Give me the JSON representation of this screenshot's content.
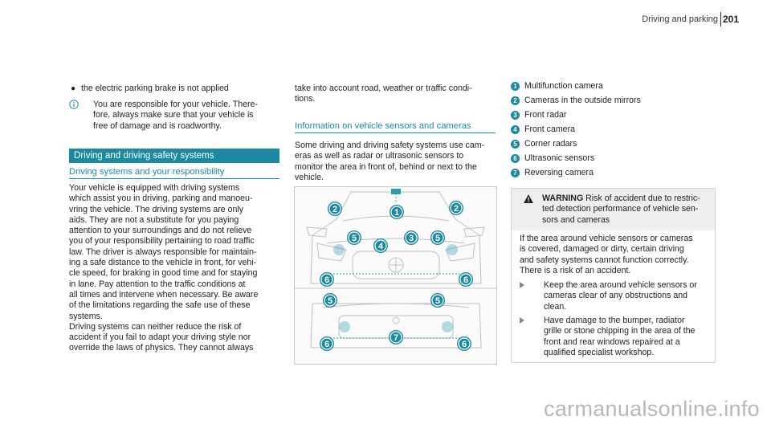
{
  "header": {
    "title": "Driving and parking",
    "page_number": "201"
  },
  "col1": {
    "bullet": "the electric parking brake is not applied",
    "note_lines": [
      "You are responsible for your vehicle. There-",
      "fore, always make sure that your vehicle is",
      "free of damage and is roadworthy."
    ],
    "section_title": "Driving and driving safety systems",
    "subhead": "Driving systems and your responsibility",
    "body_lines": [
      "Your vehicle is equipped with driving systems",
      "which assist you in driving, parking and manoeu-",
      "vring the vehicle. The driving systems are only",
      "aids. They are not a substitute for you paying",
      "attention to your surroundings and do not relieve",
      "you of your responsibility pertaining to road traffic",
      "law. The driver is always responsible for maintain-",
      "ing a safe distance to the vehicle in front, for vehi-",
      "cle speed, for braking in good time and for staying",
      "in lane. Pay attention to the traffic conditions at",
      "all times and intervene when necessary. Be aware",
      "of the limitations regarding the safe use of these",
      "systems.",
      "Driving systems can neither reduce the risk of",
      "accident if you fail to adapt your driving style nor",
      "override the laws of physics. They cannot always"
    ]
  },
  "col2": {
    "top_lines": [
      "take into account road, weather or traffic condi-",
      "tions."
    ],
    "subhead": "Information on vehicle sensors and cameras",
    "body_lines": [
      "Some driving and driving safety systems use cam-",
      "eras as well as radar or ultrasonic sensors to",
      "monitor the area in front of, behind or next to the",
      "vehicle."
    ],
    "diagram": {
      "callouts_top": [
        "2",
        "1",
        "2",
        "5",
        "4",
        "3",
        "5",
        "6",
        "6"
      ],
      "callouts_bottom": [
        "5",
        "5",
        "6",
        "7",
        "6"
      ]
    }
  },
  "legend": [
    {
      "num": "1",
      "label": "Multifunction camera"
    },
    {
      "num": "2",
      "label": "Cameras in the outside mirrors"
    },
    {
      "num": "3",
      "label": "Front radar"
    },
    {
      "num": "4",
      "label": "Front camera"
    },
    {
      "num": "5",
      "label": "Corner radars"
    },
    {
      "num": "6",
      "label": "Ultrasonic sensors"
    },
    {
      "num": "7",
      "label": "Reversing camera"
    }
  ],
  "warning": {
    "label": "WARNING",
    "title_lines": [
      "Risk of accident due to restric-",
      "ted detection performance of vehicle sen-",
      "sors and cameras"
    ],
    "body_lines": [
      "If the area around vehicle sensors or cameras",
      "is covered, damaged or dirty, certain driving",
      "and safety systems cannot function correctly.",
      "There is a risk of an accident."
    ],
    "step1_lines": [
      "Keep the area around vehicle sensors or",
      "cameras clear of any obstructions and",
      "clean."
    ],
    "step2_lines": [
      "Have damage to the bumper, radiator",
      "grille or stone chipping in the area of the",
      "front and rear windows repaired at a",
      "qualified specialist workshop."
    ]
  },
  "watermark": "carmanualsonline.info",
  "colors": {
    "accent": "#1b8aa0",
    "warning_bg": "#eeeeee"
  }
}
